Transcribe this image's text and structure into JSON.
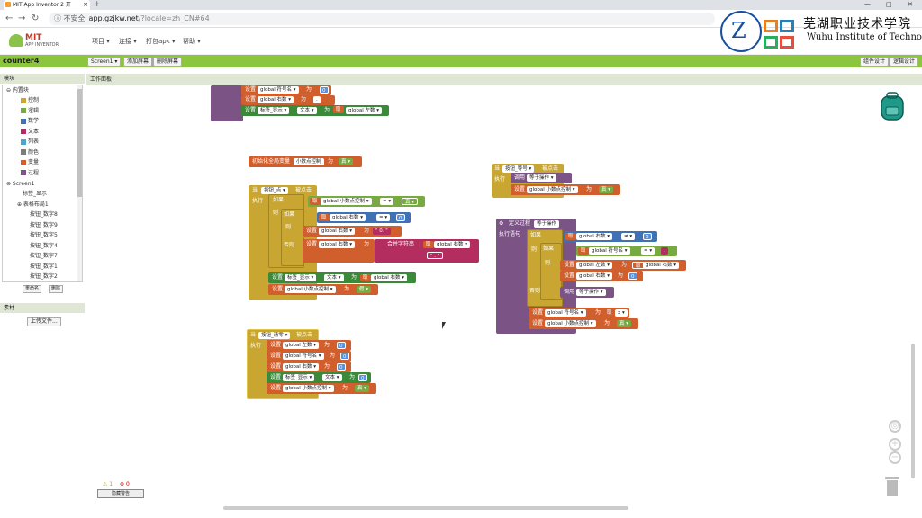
{
  "browser": {
    "tab_title": "MIT App Inventor 2 开",
    "new_tab": "+",
    "win_min": "—",
    "win_max": "□",
    "win_close": "✕",
    "tab_close": "×",
    "back": "←",
    "forward": "→",
    "reload": "↻",
    "insecure": "ⓘ 不安全",
    "url_host": "app.gzjkw.net",
    "url_path": "/?locale=zh_CN#64"
  },
  "app": {
    "logo_title": "MIT",
    "logo_sub": "APP INVENTOR",
    "menus": [
      "项目 ▾",
      "连接 ▾",
      "打包apk ▾",
      "帮助 ▾"
    ],
    "school_name": "芜湖职业技术学院",
    "school_en": "Wuhu Institute of Technology",
    "emblem_char": "Z"
  },
  "projectbar": {
    "project_name": "counter4",
    "screen_select": "Screen1 ▾",
    "add_screen": "添加屏幕",
    "remove_screen": "删除屏幕",
    "designer": "组件设计",
    "blocks": "逻辑设计"
  },
  "leftpanel": {
    "modules_title": "模块",
    "builtin": "⊖ 内置块",
    "builtin_items": [
      {
        "label": "控制",
        "color": "#c8a631"
      },
      {
        "label": "逻辑",
        "color": "#77ab41"
      },
      {
        "label": "数学",
        "color": "#3f71b5"
      },
      {
        "label": "文本",
        "color": "#b32d5e"
      },
      {
        "label": "列表",
        "color": "#49a6d4"
      },
      {
        "label": "颜色",
        "color": "#7d7d7d"
      },
      {
        "label": "变量",
        "color": "#d05f2d"
      },
      {
        "label": "过程",
        "color": "#7c5385"
      }
    ],
    "screen1": "⊖ Screen1",
    "screen_items": [
      "标签_显示",
      "⊕ 表格布局1",
      "按钮_数字8",
      "按钮_数字9",
      "按钮_数字5",
      "按钮_数字4",
      "按钮_数字7",
      "按钮_数字1",
      "按钮_数字2"
    ],
    "rename": "重命名",
    "delete": "删除",
    "media_title": "素材",
    "upload": "上传文件..."
  },
  "workspace": {
    "title": "工作面板",
    "warnings": "⚠ 1",
    "errors": "⊗ 0",
    "hide_warnings": "隐藏警告",
    "zoom_reset": "◎",
    "zoom_in": "+",
    "zoom_out": "−"
  },
  "blocks": {
    "top": {
      "set": "设置",
      "to": "为",
      "get": "取",
      "v1": "global 符号名 ▾",
      "v2": "global 右数 ▾",
      "label": "标签_显示 ▾",
      "text": "文本 ▾",
      "v3": "global 左数 ▾",
      "zero": "0",
      "dot": "."
    },
    "init": {
      "init_label": "初始化全局变量",
      "name": "小数点控制",
      "to": "为",
      "val": "真 ▾"
    },
    "dot": {
      "when": "当",
      "btn": "按钮_点 ▾",
      "event": "被点击",
      "do": "执行",
      "if": "如果",
      "then": "则",
      "else": "否则",
      "get_dot": "global 小数点控制 ▾",
      "eq": "= ▾",
      "true": "真 ▾",
      "get_right": "global 右数 ▾",
      "zero": "0",
      "set_right": "global 右数 ▾",
      "quote_zero": "\" 0. \"",
      "join": "合并字符串",
      "quote_dot": "\" . \"",
      "label": "标签_显示 ▾",
      "text": "文本 ▾",
      "false": "假 ▾"
    },
    "equals": {
      "when": "当",
      "btn": "按钮_等号 ▾",
      "event": "被点击",
      "do": "执行",
      "call": "调用",
      "proc": "等于操作 ▾",
      "set": "设置",
      "var": "global 小数点控制 ▾",
      "to": "为",
      "val": "真 ▾"
    },
    "proc": {
      "define": "定义过程",
      "name": "等于操作",
      "do": "执行语句",
      "if": "如果",
      "then": "则",
      "else": "否则",
      "get_right": "global 右数 ▾",
      "neq": "≠ ▾",
      "zero": "0",
      "get_sym": "global 符号名 ▾",
      "eq": "= ▾",
      "set_left": "global 左数 ▾",
      "get_right2": "global 右数 ▾",
      "set_right": "global 右数 ▾",
      "call": "调用",
      "op": "等于操作 ▾",
      "set_sym": "global 符号名 ▾",
      "get_x": "x ▾",
      "set_dot": "global 小数点控制 ▾",
      "true": "真 ▾"
    },
    "clear": {
      "when": "当",
      "btn": "按钮_清零 ▾",
      "event": "被点击",
      "do": "执行",
      "v_left": "global 左数 ▾",
      "v_sym": "global 符号名 ▾",
      "v_right": "global 右数 ▾",
      "label": "标签_显示 ▾",
      "text": "文本 ▾",
      "v_dot": "global 小数点控制 ▾",
      "zero": "0",
      "true": "真 ▾"
    }
  },
  "colors": {
    "control": "#c8a631",
    "variable": "#d05f2d",
    "logic": "#77ab41",
    "math": "#3f71b5",
    "text": "#b32d5e",
    "procedure": "#7c5385",
    "component": "#3a8a3a",
    "green_bar": "#8cc63e"
  }
}
